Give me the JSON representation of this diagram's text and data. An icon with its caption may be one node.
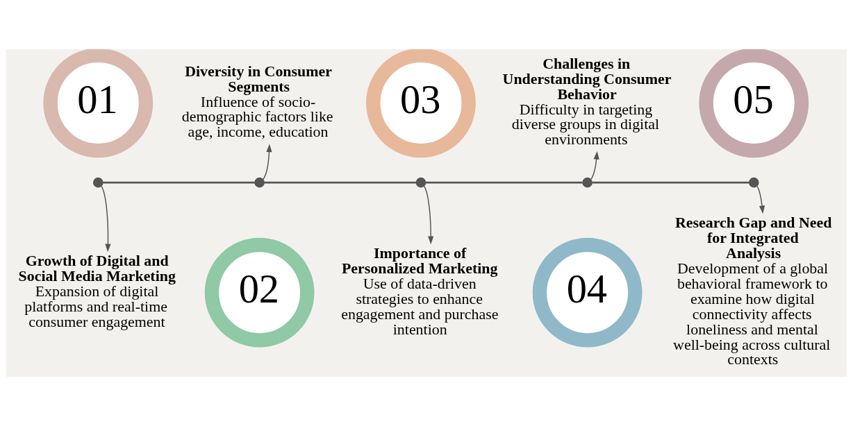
{
  "diagram": {
    "nodes": [
      {
        "text": [
          "01"
        ]
      },
      {
        "text": [
          "02"
        ]
      },
      {
        "text": [
          "03"
        ]
      },
      {
        "text": [
          "04"
        ]
      },
      {
        "text": [
          "05"
        ]
      },
      {
        "text": [],
        "shape": "circle"
      },
      {
        "text": [],
        "shape": "circle"
      },
      {
        "text": [],
        "shape": "circle"
      },
      {
        "text": [],
        "shape": "circle"
      },
      {
        "text": [],
        "shape": "circle"
      },
      {
        "text": [
          "Growth of Digital and Social Media Marketing",
          "Expansion of digital platforms and real-time consumer engagement"
        ]
      },
      {
        "text": [
          "Diversity in Consumer Segments",
          "Influence of socio-demographic factors like age, income, education"
        ]
      },
      {
        "text": [
          "Importance of Personalized Marketing",
          "Use of data-driven strategies to enhance engagement and purchase intention"
        ]
      },
      {
        "text": [
          "Challenges in Understanding Consumer Behavior",
          "Difficulty in targeting diverse groups in digital environments"
        ]
      },
      {
        "text": [
          "Research Gap and Need for Integrated Analysis",
          "Development of a global behavioral framework to examine how digital connectivity affects loneliness and mental well-being across cultural contexts"
        ]
      }
    ],
    "edges": [
      {
        "from": 5,
        "to": 6,
        "arrow": "none"
      },
      {
        "from": 6,
        "to": 7,
        "arrow": "none"
      },
      {
        "from": 7,
        "to": 8,
        "arrow": "none"
      },
      {
        "from": 8,
        "to": 9,
        "arrow": "none"
      },
      {
        "from": 5,
        "to": 10,
        "arrow": "to"
      },
      {
        "from": 6,
        "to": 11,
        "arrow": "to"
      },
      {
        "from": 7,
        "to": 12,
        "arrow": "to"
      },
      {
        "from": 8,
        "to": 13,
        "arrow": "to"
      },
      {
        "from": 9,
        "to": 14,
        "arrow": "to"
      }
    ]
  }
}
